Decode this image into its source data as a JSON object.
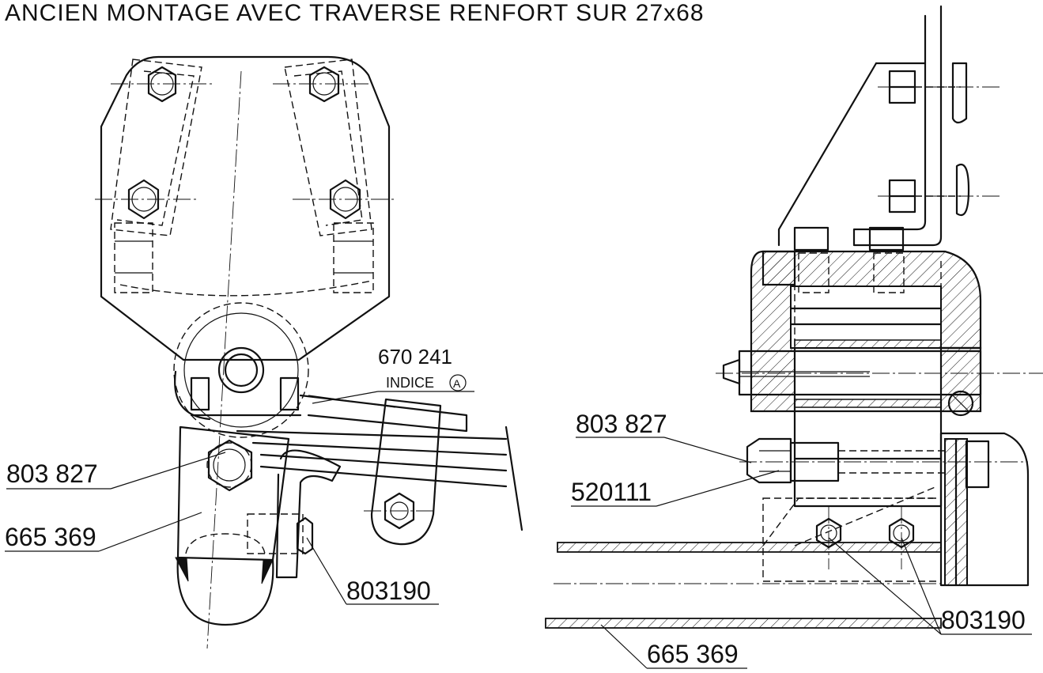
{
  "title": "ANCIEN  MONTAGE  AVEC  TRAVERSE  RENFORT  SUR  27x68",
  "left_view": {
    "refs": [
      {
        "id": "ref-670241",
        "text": "670 241"
      },
      {
        "id": "ref-indice",
        "text": "INDICE"
      },
      {
        "id": "ref-indice-mark",
        "text": "A"
      },
      {
        "id": "ref-803827",
        "text": "803 827"
      },
      {
        "id": "ref-665369",
        "text": "665 369"
      },
      {
        "id": "ref-803190",
        "text": "803190"
      }
    ]
  },
  "right_view": {
    "refs": [
      {
        "id": "ref-803827",
        "text": "803 827"
      },
      {
        "id": "ref-520111",
        "text": "520111"
      },
      {
        "id": "ref-803190",
        "text": "803190"
      },
      {
        "id": "ref-665369",
        "text": "665 369"
      }
    ]
  },
  "colors": {
    "ink": "#111111",
    "paper": "#ffffff"
  }
}
